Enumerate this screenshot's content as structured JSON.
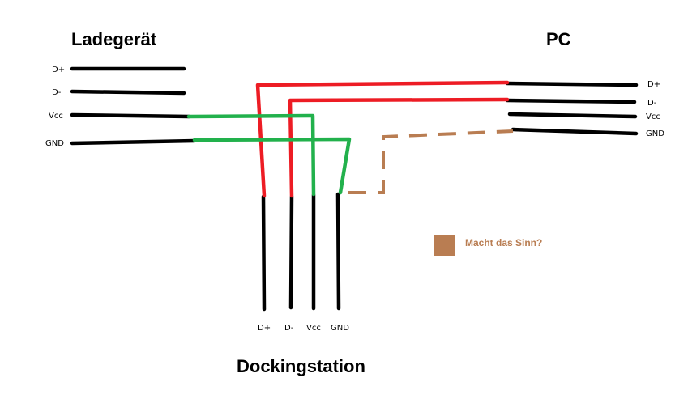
{
  "titles": {
    "charger": "Ladegerät",
    "pc": "PC",
    "dock": "Dockingstation"
  },
  "pins": {
    "charger": [
      "D+",
      "D-",
      "Vcc",
      "GND"
    ],
    "pc": [
      "D+",
      "D-",
      "Vcc",
      "GND"
    ],
    "dock": [
      "D+",
      "D-",
      "Vcc",
      "GND"
    ]
  },
  "legend": {
    "label": "Macht das Sinn?",
    "color": "#b97d52"
  },
  "colors": {
    "data_wire": "#ed1c24",
    "power_wire": "#22b14c",
    "proposed_ground": "#b97d52",
    "connector_pin": "#000000"
  }
}
